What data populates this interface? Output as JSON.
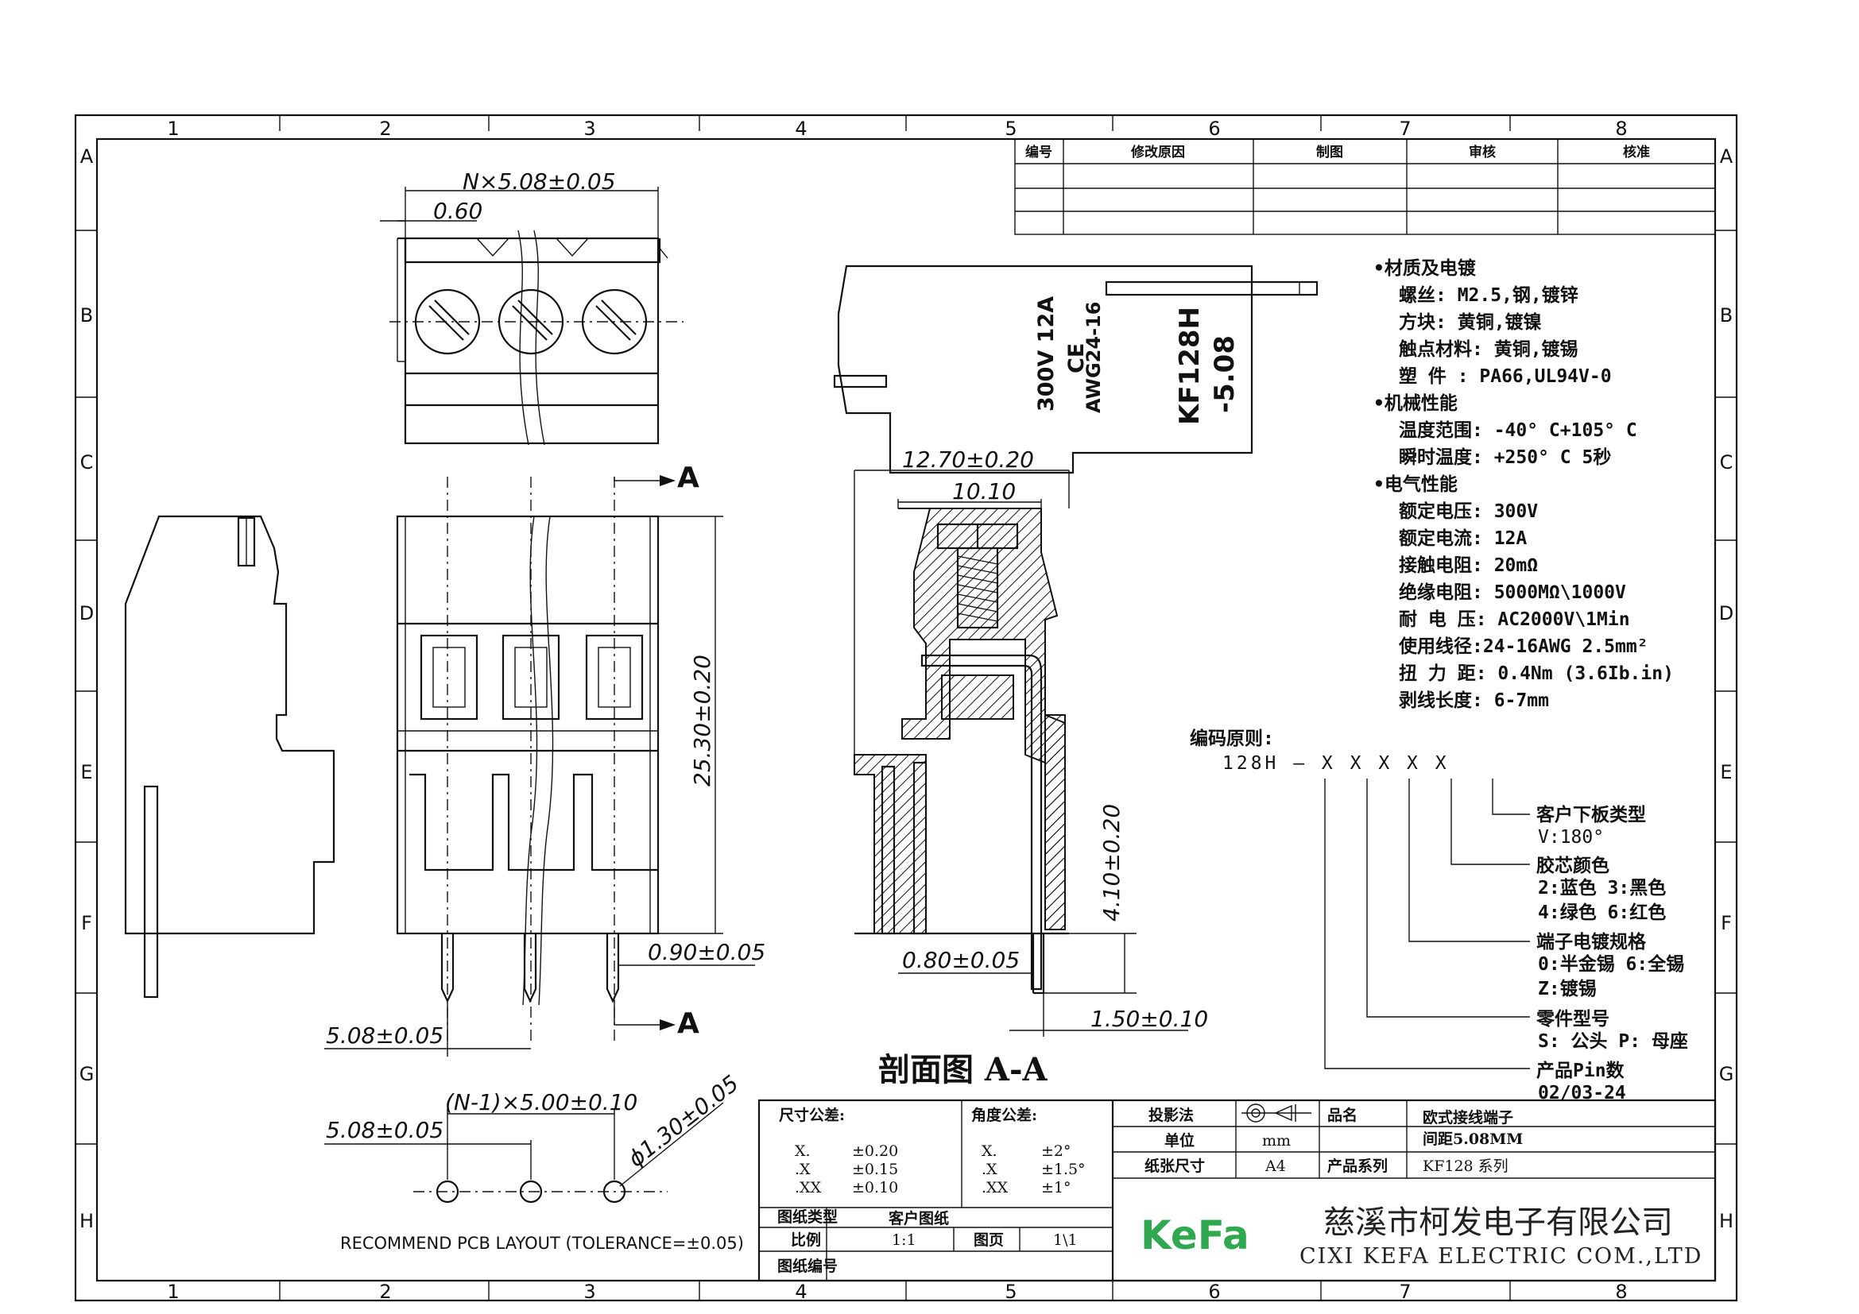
{
  "grid": {
    "columns": [
      "1",
      "2",
      "3",
      "4",
      "5",
      "6",
      "7",
      "8"
    ],
    "rows": [
      "A",
      "B",
      "C",
      "D",
      "E",
      "F",
      "G",
      "H"
    ]
  },
  "revision_table": {
    "headers": [
      "编号",
      "修改原因",
      "制图",
      "审核",
      "核准"
    ]
  },
  "dimensions": {
    "pitch_total": "N×5.08±0.05",
    "offset": "0.60",
    "height": "25.30±0.20",
    "pin_width": "0.90±0.05",
    "pitch": "5.08±0.05",
    "depth_outer": "12.70±0.20",
    "depth_inner": "10.10",
    "pin_length": "4.10±0.20",
    "pin_thickness": "0.80±0.05",
    "pin_offset": "1.50±0.10",
    "pcb_pitch": "5.08±0.05",
    "pcb_row": "(N-1)×5.00±0.10",
    "hole_diameter": "ϕ1.30±0.05"
  },
  "section_markers": {
    "top": "A",
    "bottom": "A"
  },
  "section_title": "剖面图 A-A",
  "side_marking": {
    "rating": "300V 12A",
    "ce": "CE",
    "awg": "AWG24-16",
    "model": "KF128H",
    "pitch": "-5.08"
  },
  "specs": [
    {
      "text": "•材质及电镀",
      "header": true
    },
    {
      "text": "螺丝: M2.5,钢,镀锌"
    },
    {
      "text": "方块: 黄铜,镀镍"
    },
    {
      "text": "触点材料: 黄铜,镀锡"
    },
    {
      "text": "塑 件 : PA66,UL94V-0"
    },
    {
      "text": "•机械性能",
      "header": true
    },
    {
      "text": "温度范围: -40° C+105° C"
    },
    {
      "text": "瞬时温度: +250° C 5秒"
    },
    {
      "text": "•电气性能",
      "header": true
    },
    {
      "text": "额定电压: 300V"
    },
    {
      "text": "额定电流: 12A"
    },
    {
      "text": "接触电阻: 20mΩ"
    },
    {
      "text": "绝缘电阻: 5000MΩ\\1000V"
    },
    {
      "text": "耐 电 压: AC2000V\\1Min"
    },
    {
      "text": "使用线径:24-16AWG 2.5mm²"
    },
    {
      "text": "扭 力 距: 0.4Nm (3.6Ib.in)"
    },
    {
      "text": "剥线长度: 6-7mm"
    }
  ],
  "coding": {
    "title": "编码原则:",
    "code": "128H — X  X  X  X  X",
    "groups": [
      {
        "title": "客户下板类型",
        "lines": [
          "V:180°"
        ]
      },
      {
        "title": "胶芯颜色",
        "lines": [
          "2:蓝色 3:黑色",
          "4:绿色 6:红色"
        ]
      },
      {
        "title": "端子电镀规格",
        "lines": [
          "0:半金锡  6:全锡",
          "Z:镀锡"
        ]
      },
      {
        "title": "零件型号",
        "lines": [
          "S: 公头  P: 母座"
        ]
      },
      {
        "title": "产品Pin数",
        "lines": [
          "02/03-24"
        ]
      }
    ]
  },
  "pcb_caption": "RECOMMEND PCB LAYOUT  (TOLERANCE=±0.05)",
  "title_block": {
    "size_tol_label": "尺寸公差:",
    "size_tol": [
      [
        "X.",
        "±0.20"
      ],
      [
        ".X",
        "±0.15"
      ],
      [
        ".XX",
        "±0.10"
      ]
    ],
    "angle_tol_label": "角度公差:",
    "angle_tol": [
      [
        "X.",
        "±2°"
      ],
      [
        ".X",
        "±1.5°"
      ],
      [
        ".XX",
        "±1°"
      ]
    ],
    "drawing_type_label": "图纸类型",
    "drawing_type": "客户图纸",
    "scale_label": "比例",
    "scale": "1:1",
    "page_label": "图页",
    "page": "1\\1",
    "drawing_no_label": "图纸编号",
    "projection_label": "投影法",
    "unit_label": "单位",
    "unit": "mm",
    "paper_label": "纸张尺寸",
    "paper": "A4",
    "product_name_label": "品名",
    "product_name_1": "欧式接线端子",
    "product_name_2": "间距5.08MM",
    "series_label": "产品系列",
    "series": "KF128 系列",
    "logo": "KeFa",
    "company_cn": "慈溪市柯发电子有限公司",
    "company_en": "CIXI KEFA ELECTRIC COM.,LTD"
  },
  "colors": {
    "logo_green": "#2fa84f",
    "ink": "#111111"
  }
}
